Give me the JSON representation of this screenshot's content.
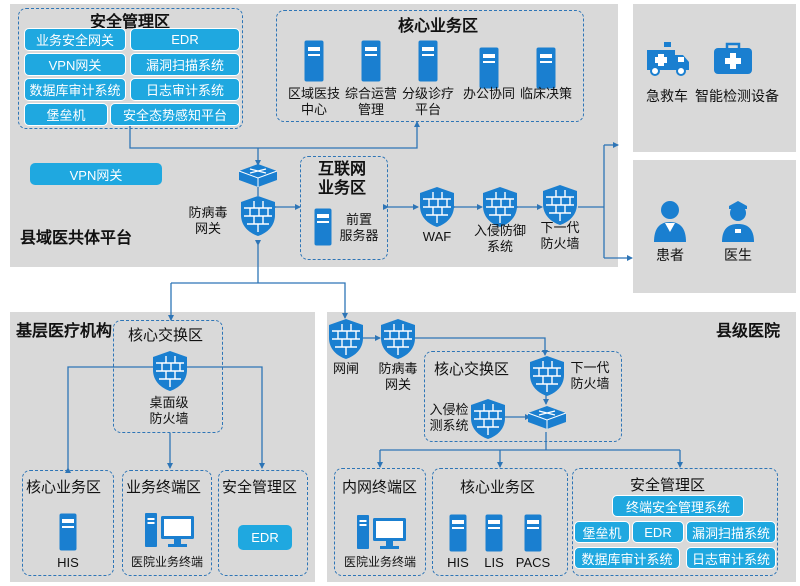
{
  "platform": {
    "title": "县域医共体平台",
    "security_zone": {
      "title": "安全管理区",
      "items": [
        "业务安全网关",
        "EDR",
        "VPN网关",
        "漏洞扫描系统",
        "数据库审计系统",
        "日志审计系统",
        "堡垒机",
        "安全态势感知平台"
      ]
    },
    "core_zone": {
      "title": "核心业务区",
      "items": [
        "区域医技\n中心",
        "综合运营\n管理",
        "分级诊疗\n平台",
        "办公协同",
        "临床决策"
      ]
    },
    "vpn_gateway": "VPN网关",
    "antivirus_gateway": "防病毒\n网关",
    "internet_zone": {
      "title": "互联网\n业务区",
      "server": "前置\n服务器"
    },
    "waf": "WAF",
    "ips": "入侵防御\n系统",
    "ngfw": "下一代\n防火墙"
  },
  "external_devices": {
    "ambulance": "急救车",
    "smart_device": "智能检测设备"
  },
  "people": {
    "patient": "患者",
    "doctor": "医生"
  },
  "primary": {
    "title": "基层医疗机构",
    "core_switch_zone": "核心交换区",
    "desktop_firewall": "桌面级\n防火墙",
    "core_zone": {
      "title": "核心业务区",
      "his": "HIS"
    },
    "terminal_zone": {
      "title": "业务终端区",
      "terminal": "医院业务终端"
    },
    "security_zone": {
      "title": "安全管理区",
      "edr": "EDR"
    }
  },
  "county": {
    "title": "县级医院",
    "gatekeeper": "网闸",
    "antivirus": "防病毒\n网关",
    "core_switch_zone": "核心交换区",
    "ngfw": "下一代\n防火墙",
    "ids": "入侵检\n测系统",
    "intranet_zone": {
      "title": "内网终端区",
      "terminal": "医院业务终端"
    },
    "core_zone": {
      "title": "核心业务区",
      "items": [
        "HIS",
        "LIS",
        "PACS"
      ]
    },
    "security_zone": {
      "title": "安全管理区",
      "items": [
        "终端安全管理系统",
        "堡垒机",
        "EDR",
        "漏洞扫描系统",
        "数据库审计系统",
        "日志审计系统"
      ]
    }
  },
  "colors": {
    "region": "#d9d9d9",
    "accent": "#1fa8e0",
    "line": "#2e75b6",
    "icon": "#1a7fd0"
  }
}
